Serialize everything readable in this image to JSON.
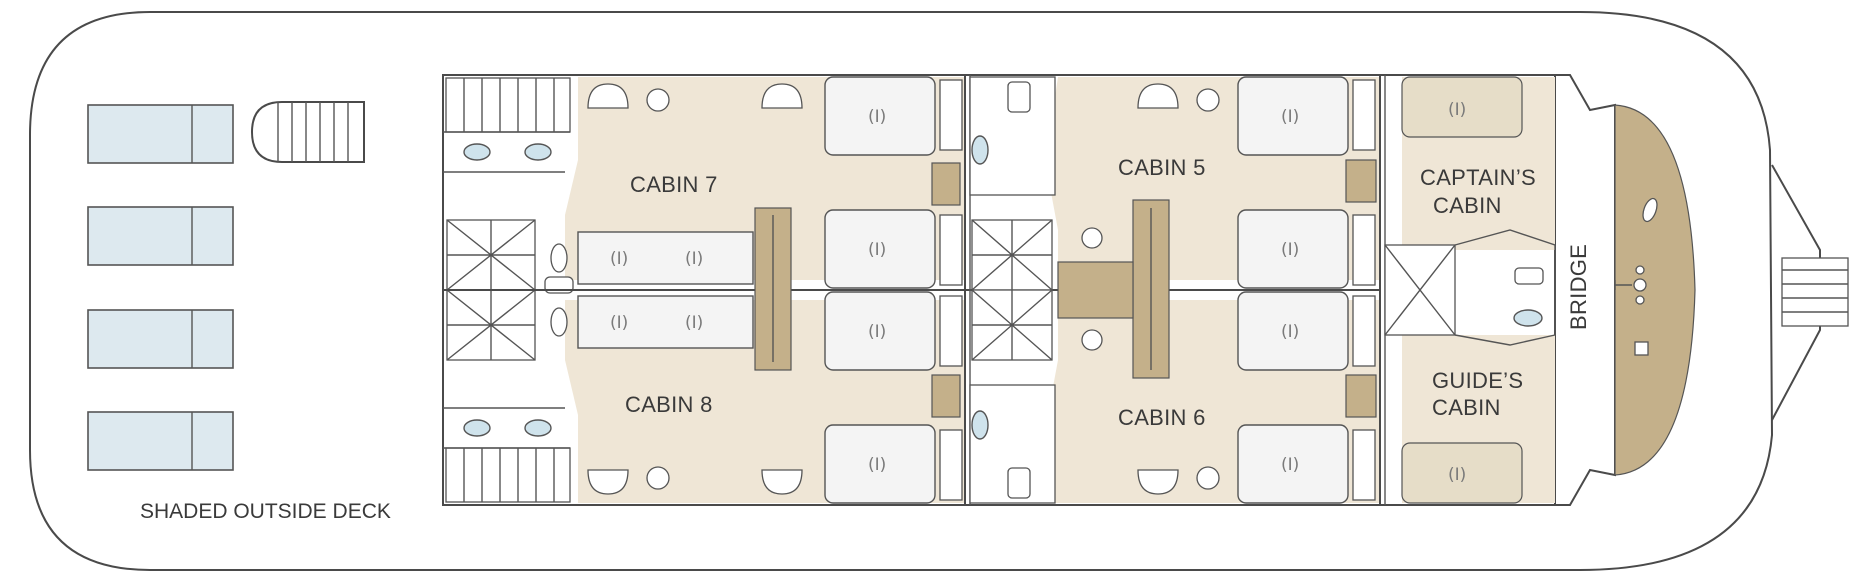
{
  "labels": {
    "cabin7": "CABIN 7",
    "cabin8": "CABIN 8",
    "cabin5": "CABIN 5",
    "cabin6": "CABIN 6",
    "captains_line1": "CAPTAIN’S",
    "captains_line2": "CABIN",
    "guides_line1": "GUIDE’S",
    "guides_line2": "CABIN",
    "bridge": "BRIDGE",
    "deck": "SHADED OUTSIDE DECK"
  },
  "bed_marker": "(I)",
  "colors": {
    "cabin_floor": "#efe6d6",
    "wood": "#c4b08a",
    "lounger": "#dde9ef",
    "outline": "#4a4a4a"
  }
}
